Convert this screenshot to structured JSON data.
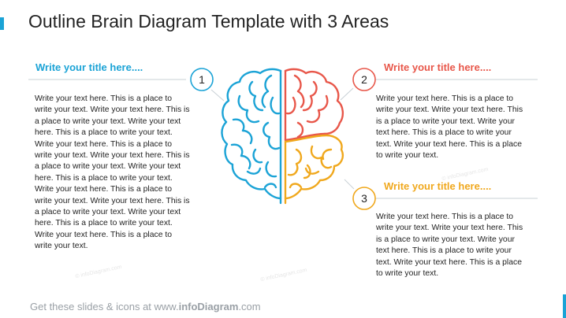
{
  "slide_title": "Outline Brain Diagram Template with 3 Areas",
  "areas": [
    {
      "number": "1",
      "title": "Write your title here....",
      "text": "Write your text here. This is a place to write your text. Write your text here. This is a place to write your text. Write your text here. This is a place to write your text. Write your text here. This is a place to write your text. Write your text here. This is a place to write your text. Write your text here. This is a place to write your text. Write your text here. This is a place to write your text. Write your text here. This is a place to write your text. Write your text here. This is a place to write your text. Write your text here. This is a place to write your text.",
      "color": "#1ba3d6"
    },
    {
      "number": "2",
      "title": "Write your title here....",
      "text": "Write your text here. This is a place to write your text. Write your text here. This is a place to write your text. Write your text here. This is a place to write your text. Write your text here. This is a place to write your text.",
      "color": "#e8574a"
    },
    {
      "number": "3",
      "title": "Write your title here....",
      "text": "Write your text here. This is a place to write your text. Write your text here. This is a place to write your text. Write your text here. This is a place to write your text. Write your text here. This is a place to write your text.",
      "color": "#f0a81d"
    }
  ],
  "footer": {
    "prefix": "Get these slides & icons at www.",
    "brand": "infoDiagram",
    "suffix": ".com"
  },
  "watermark": "© infoDiagram.com"
}
